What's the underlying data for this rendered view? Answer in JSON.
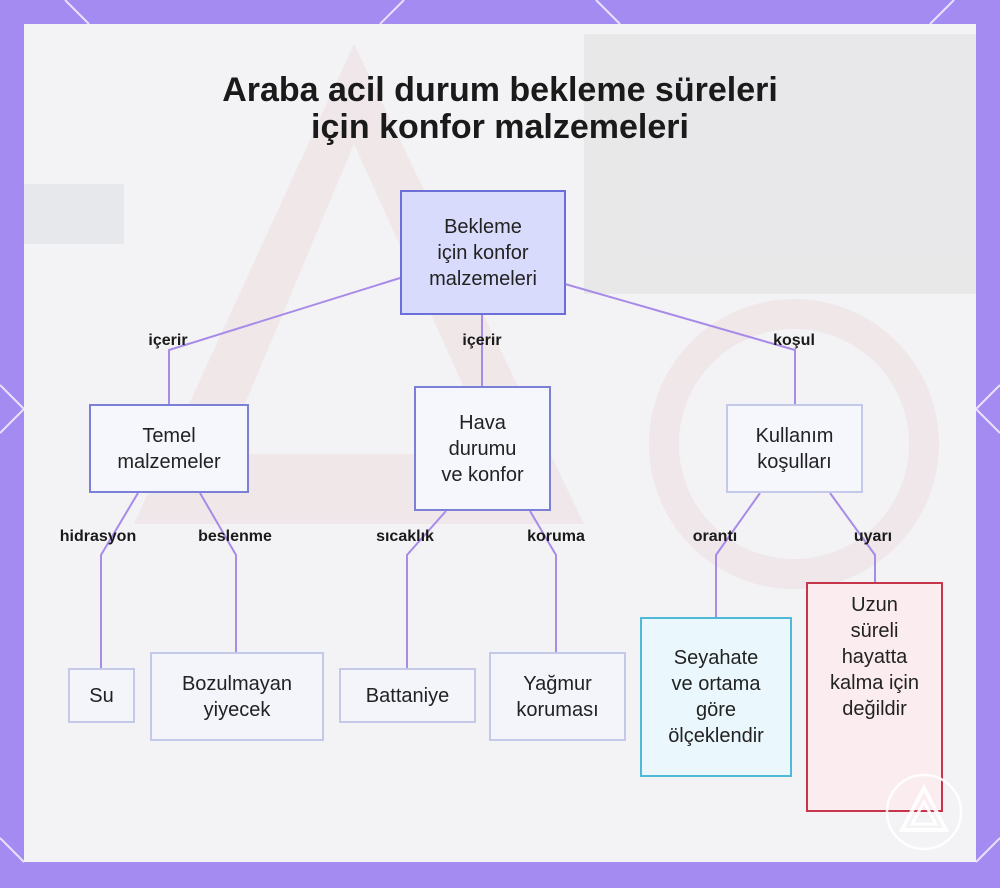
{
  "title_lines": [
    "Araba acil durum bekleme süreleri",
    "için konfor malzemeleri"
  ],
  "nodes": {
    "root": [
      "Bekleme",
      "için konfor",
      "malzemeleri"
    ],
    "temel": [
      "Temel",
      "malzemeler"
    ],
    "hava": [
      "Hava",
      "durumu",
      "ve konfor"
    ],
    "kullanim": [
      "Kullanım",
      "koşulları"
    ],
    "su": [
      "Su"
    ],
    "bozulmayan": [
      "Bozulmayan",
      "yiyecek"
    ],
    "battaniye": [
      "Battaniye"
    ],
    "yagmur": [
      "Yağmur",
      "koruması"
    ],
    "seyahate": [
      "Seyahate",
      "ve ortama",
      "göre",
      "ölçeklendir"
    ],
    "uzun": [
      "Uzun",
      "süreli",
      "hayatta",
      "kalma için",
      "değildir"
    ]
  },
  "edge_labels": {
    "icerir_1": "içerir",
    "icerir_2": "içerir",
    "kosul": "koşul",
    "hidrasyon": "hidrasyon",
    "beslenme": "beslenme",
    "sicaklik": "sıcaklık",
    "koruma": "koruma",
    "oranti": "orantı",
    "uyari": "uyarı"
  },
  "colors": {
    "frame": "#a48bf2",
    "edge": "#a88ae8",
    "root_fill": "#d9dbfc",
    "warn_border": "#c6354a",
    "info_border": "#4fb9d8"
  }
}
